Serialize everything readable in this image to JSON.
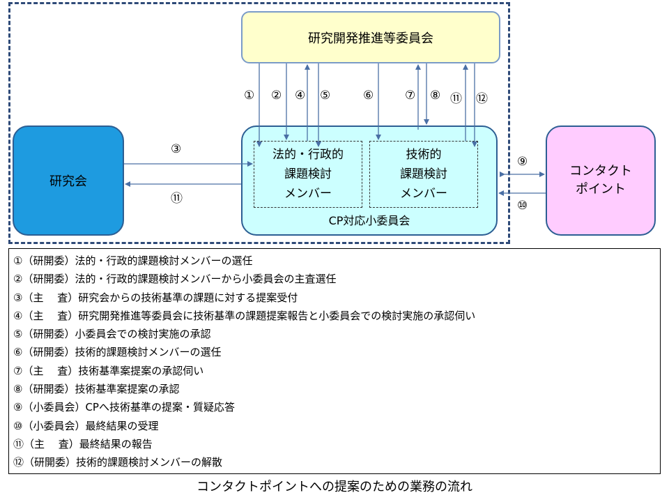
{
  "boxes": {
    "committee": "研究開発推進等委員会",
    "kenkyukai": "研究会",
    "contact": "コンタクト\nポイント",
    "legal_members": "法的・行政的\n課題検討\nメンバー",
    "tech_members": "技術的\n課題検討\nメンバー",
    "subcommittee": "CP対応小委員会"
  },
  "arrow_numbers": {
    "n1": "①",
    "n2": "②",
    "n4": "④",
    "n5": "⑤",
    "n6": "⑥",
    "n7": "⑦",
    "n8": "⑧",
    "n11_top": "⑪",
    "n12": "⑫",
    "n3": "③",
    "n11_left": "⑪",
    "n9": "⑨",
    "n10": "⑩"
  },
  "legend": [
    "①（研開委）法的・行政的課題検討メンバーの選任",
    "②（研開委）法的・行政的課題検討メンバーから小委員会の主査選任",
    "③（主　 査）研究会からの技術基準の課題に対する提案受付",
    "④（主　 査）研究開発推進等委員会に技術基準の課題提案報告と小委員会での検討実施の承認伺い",
    "⑤（研開委）小委員会での検討実施の承認",
    "⑥（研開委）技術的課題検討メンバーの選任",
    "⑦（主　 査）技術基準案提案の承認伺い",
    "⑧（研開委）技術基準案提案の承認",
    "⑨（小委員会）CPへ技術基準の提案・質疑応答",
    "⑩（小委員会）最終結果の受理",
    "⑪（主　 査）最終結果の報告",
    "⑫（研開委）技術的課題検討メンバーの解散"
  ],
  "caption": "コンタクトポイントへの提案のための業務の流れ",
  "colors": {
    "committee_fill": "#FFFFCC",
    "kenkyukai_fill": "#1E9BE0",
    "contact_fill": "#FFCCFF",
    "cp_fill": "#CCFFFF",
    "arrow": "#4A6FA5"
  }
}
